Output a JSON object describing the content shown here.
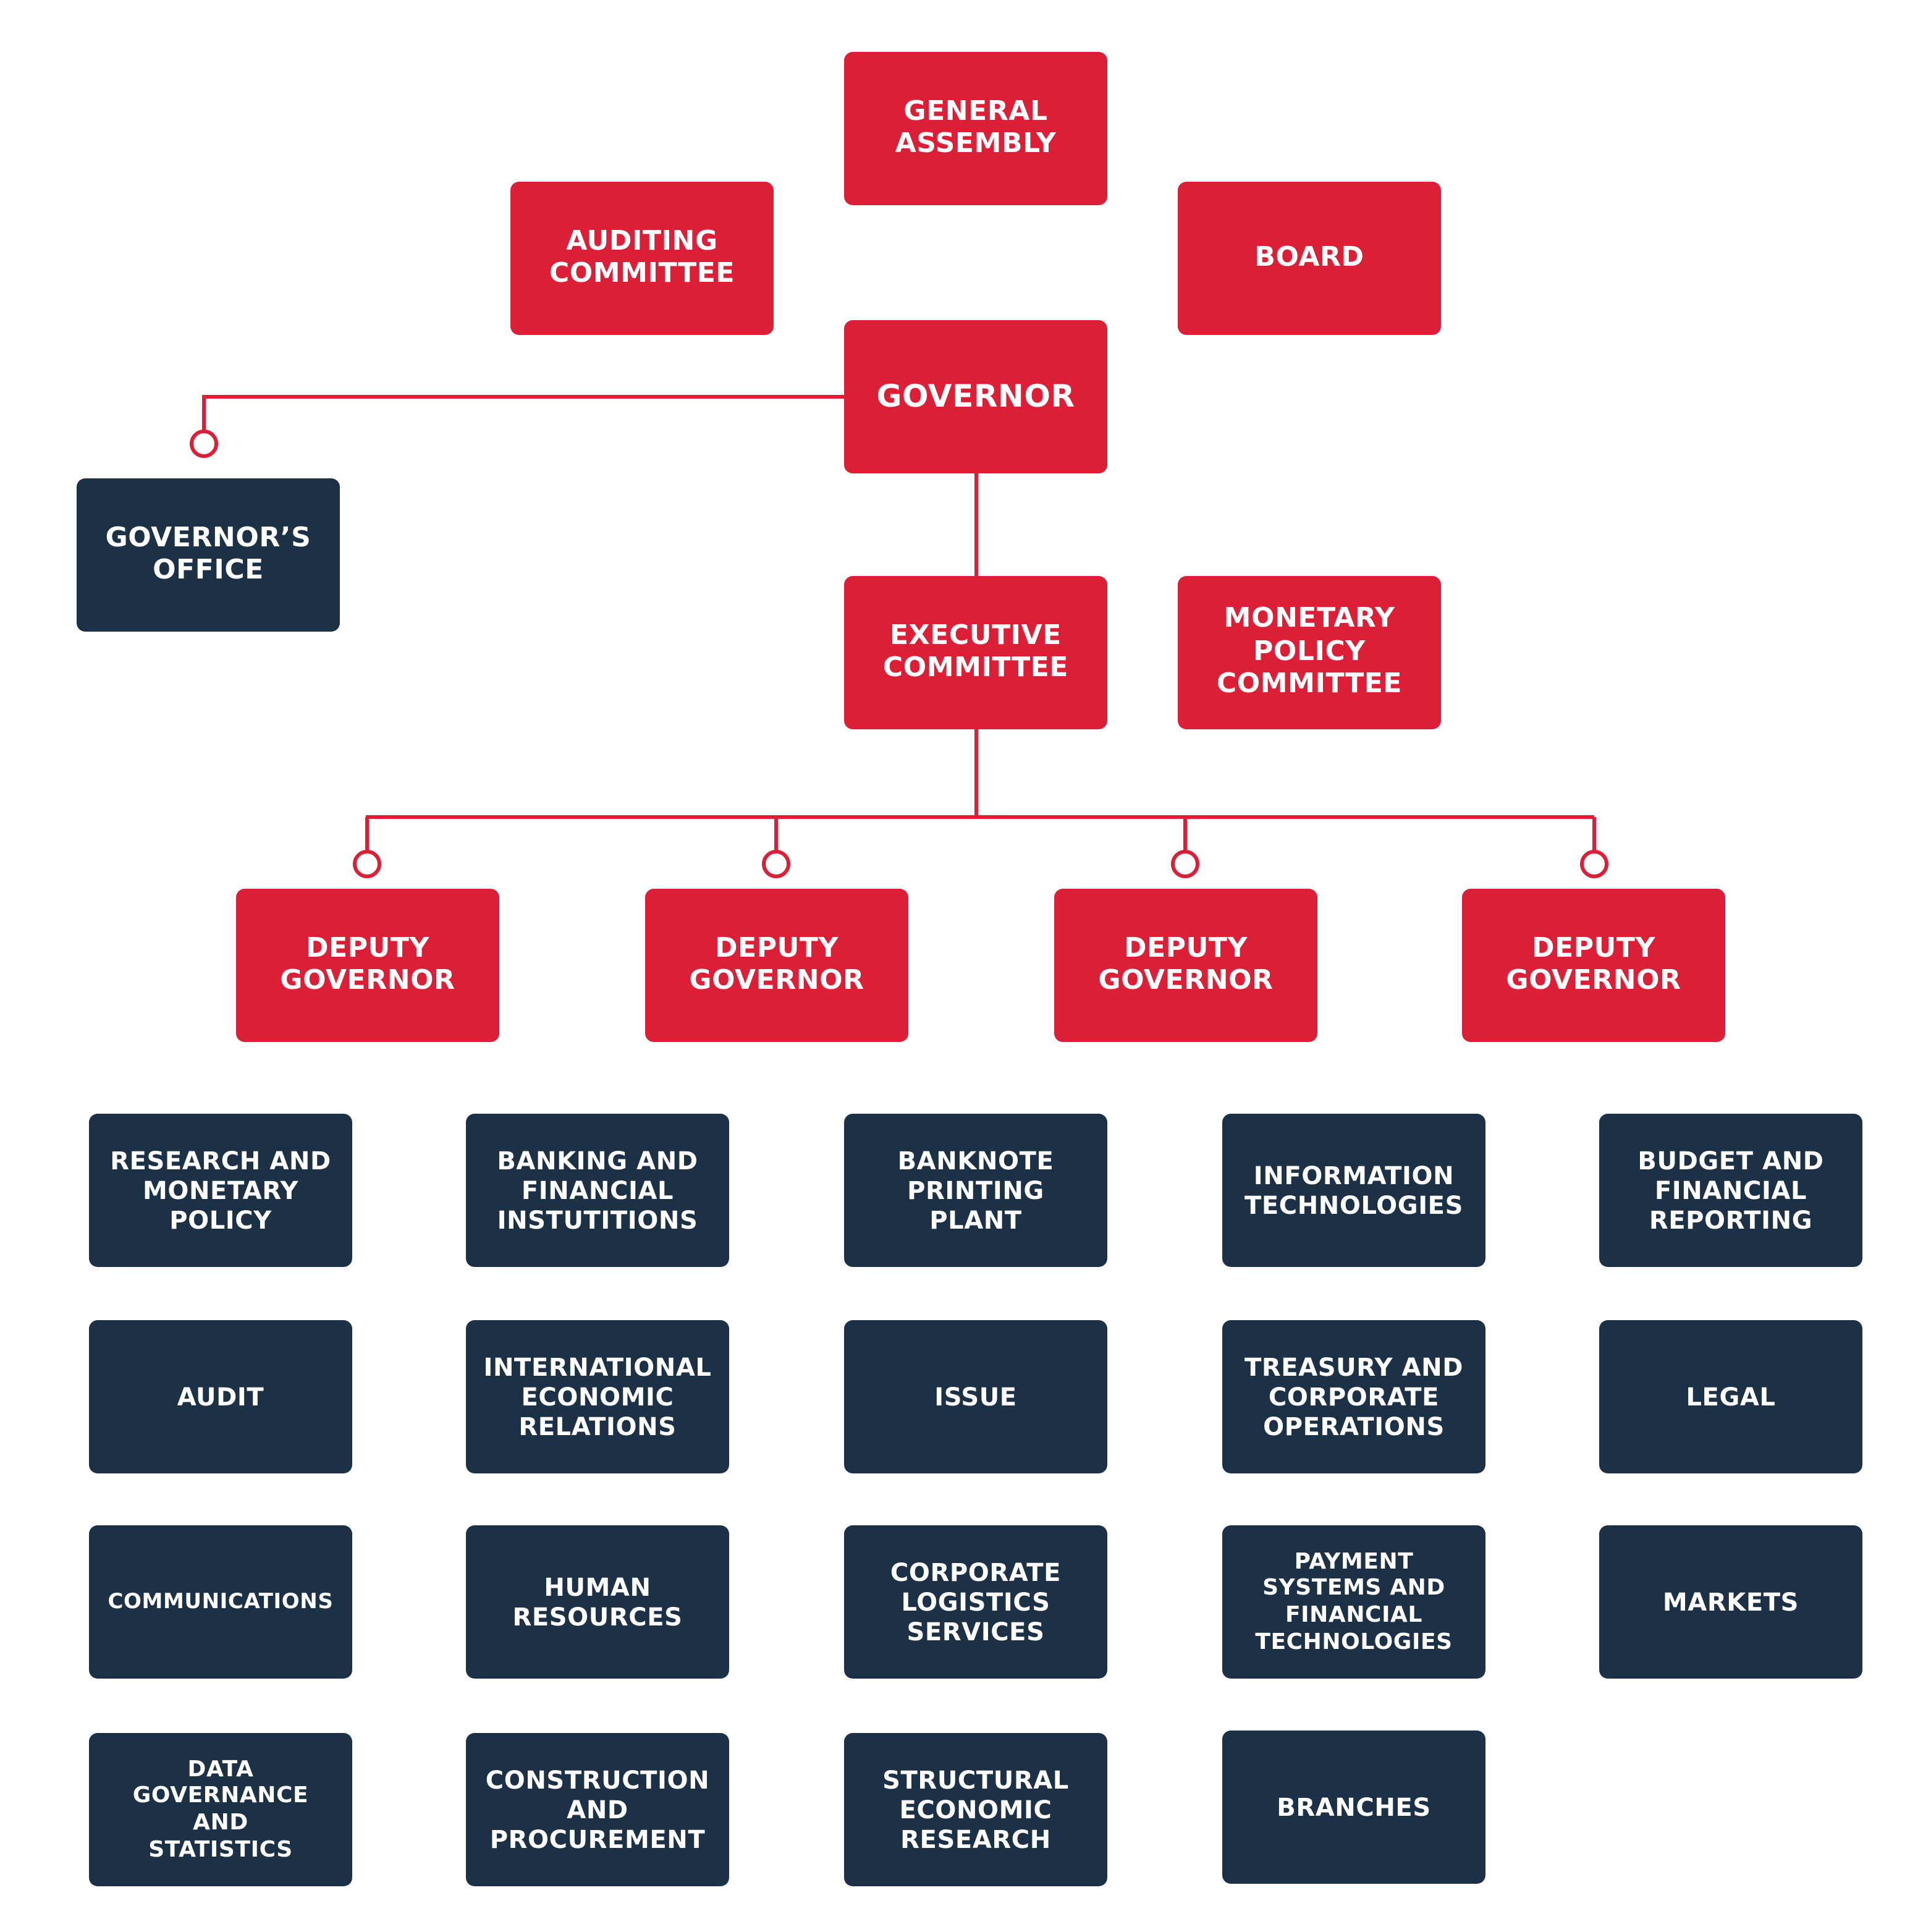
{
  "colors": {
    "primary": "#dc1f36",
    "secondary": "#1c3046",
    "connector": "#dc1f36",
    "text": "#ffffff"
  },
  "top": {
    "general_assembly": "GENERAL\nASSEMBLY",
    "auditing_committee": "AUDITING\nCOMMITTEE",
    "board": "BOARD",
    "governor": "GOVERNOR",
    "governors_office": "GOVERNOR’S\nOFFICE",
    "executive_committee": "EXECUTIVE\nCOMMITTEE",
    "monetary_policy_committee": "MONETARY\nPOLICY\nCOMMITTEE"
  },
  "deputies": [
    "DEPUTY\nGOVERNOR",
    "DEPUTY\nGOVERNOR",
    "DEPUTY\nGOVERNOR",
    "DEPUTY\nGOVERNOR"
  ],
  "departments": {
    "col1": [
      "RESEARCH AND\nMONETARY\nPOLICY",
      "AUDIT",
      "COMMUNICATIONS",
      "DATA\nGOVERNANCE\nAND\nSTATISTICS"
    ],
    "col2": [
      "BANKING AND\nFINANCIAL\nINSTUTITIONS",
      "INTERNATIONAL\nECONOMIC\nRELATIONS",
      "HUMAN\nRESOURCES",
      "CONSTRUCTION\nAND\nPROCUREMENT"
    ],
    "col3": [
      "BANKNOTE\nPRINTING\nPLANT",
      "ISSUE",
      "CORPORATE\nLOGISTICS\nSERVICES",
      "STRUCTURAL\nECONOMIC\nRESEARCH"
    ],
    "col4": [
      "INFORMATION\nTECHNOLOGIES",
      "TREASURY AND\nCORPORATE\nOPERATIONS",
      "PAYMENT\nSYSTEMS AND\nFINANCIAL\nTECHNOLOGIES",
      "BRANCHES"
    ],
    "col5": [
      "BUDGET AND\nFINANCIAL\nREPORTING",
      "LEGAL",
      "MARKETS"
    ]
  }
}
